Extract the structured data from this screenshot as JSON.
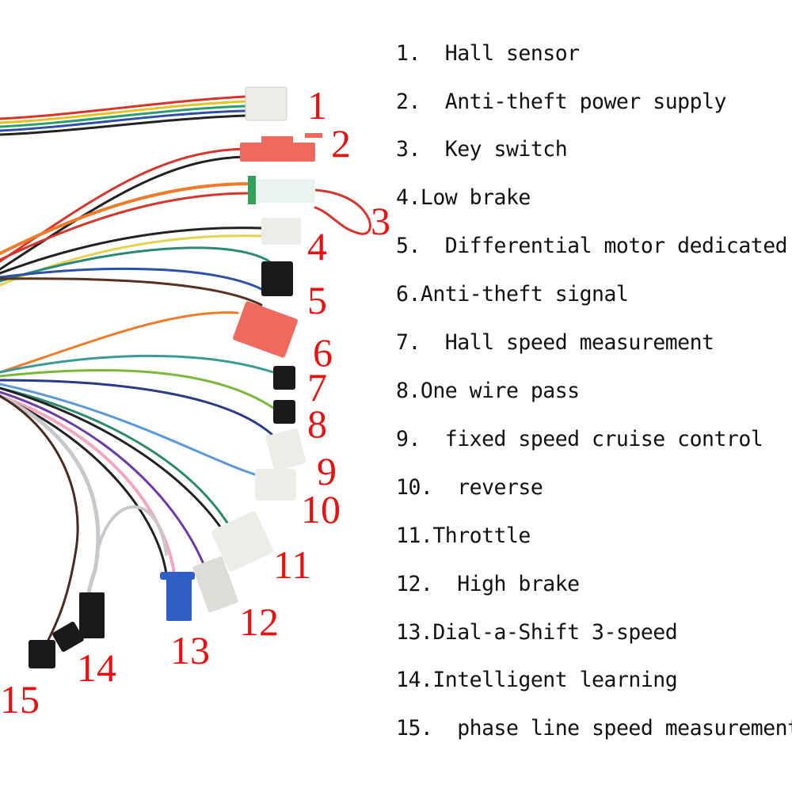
{
  "diagram": {
    "subject": "e-bike controller wiring harness",
    "label_color": "#e8110f",
    "callouts": [
      "1",
      "2",
      "3",
      "4",
      "5",
      "6",
      "7",
      "8",
      "9",
      "10",
      "11",
      "12",
      "13",
      "14",
      "15"
    ],
    "legend": [
      {
        "number": "1.",
        "label": "Hall sensor",
        "sep": "  "
      },
      {
        "number": "2.",
        "label": "Anti-theft power supply",
        "sep": "  "
      },
      {
        "number": "3.",
        "label": "Key switch",
        "sep": "  "
      },
      {
        "number": "4.",
        "label": "Low brake",
        "sep": ""
      },
      {
        "number": "5.",
        "label": "Differential motor dedicated",
        "sep": "  "
      },
      {
        "number": "6.",
        "label": "Anti-theft signal",
        "sep": ""
      },
      {
        "number": "7.",
        "label": "Hall speed measurement",
        "sep": "  "
      },
      {
        "number": "8.",
        "label": "One wire pass",
        "sep": ""
      },
      {
        "number": "9.",
        "label": "fixed speed cruise control",
        "sep": "  "
      },
      {
        "number": "10.",
        "label": "reverse",
        "sep": "  "
      },
      {
        "number": "11.",
        "label": "Throttle",
        "sep": ""
      },
      {
        "number": "12.",
        "label": "High brake",
        "sep": "  "
      },
      {
        "number": "13.",
        "label": "Dial-a-Shift 3-speed",
        "sep": ""
      },
      {
        "number": "14.",
        "label": "Intelligent learning",
        "sep": ""
      },
      {
        "number": "15.",
        "label": "phase line speed measurement",
        "sep": "  "
      }
    ],
    "connector_colors": {
      "white": "#ecece8",
      "red": "#ee6a5e",
      "green": "#2fa35a",
      "black": "#1a1a1a",
      "blue": "#2f5fc4"
    }
  }
}
